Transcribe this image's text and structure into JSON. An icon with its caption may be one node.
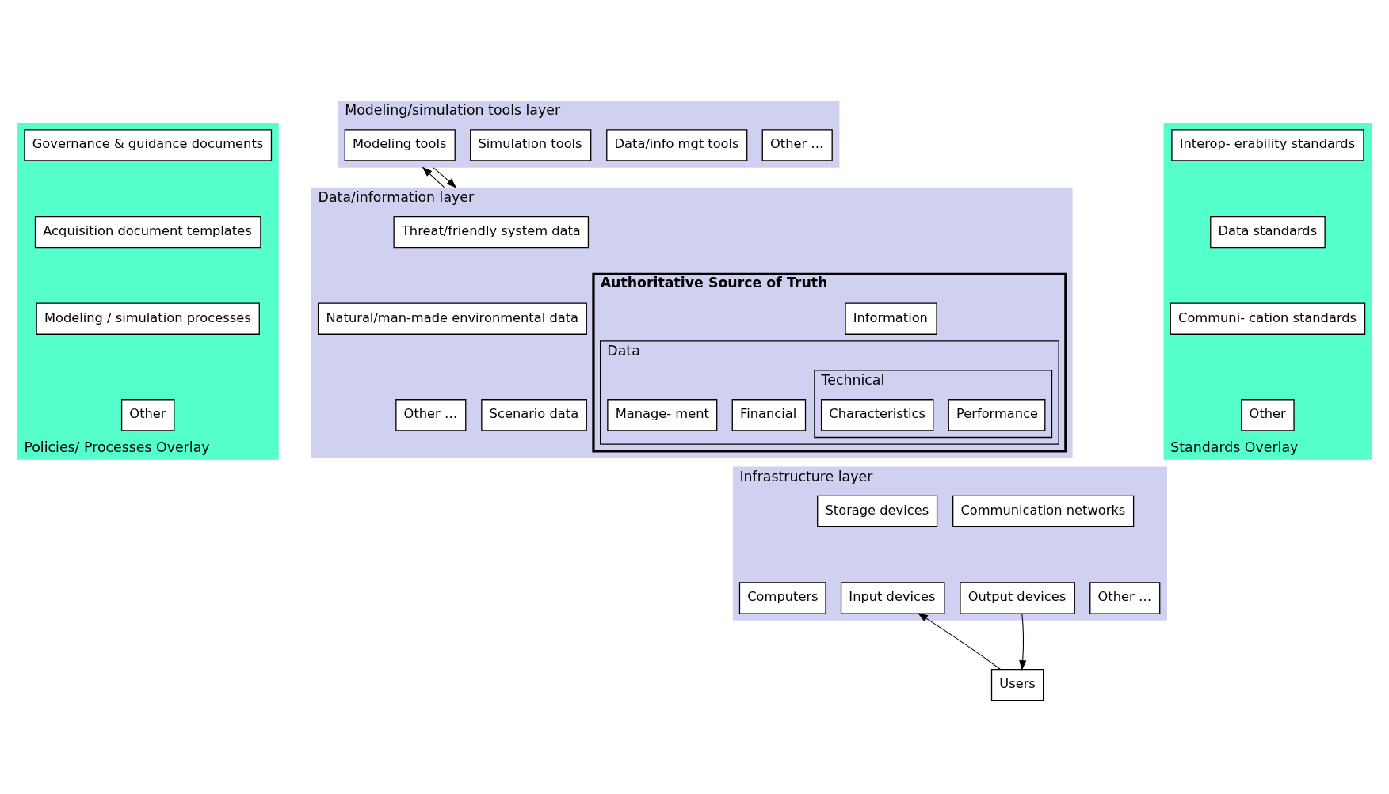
{
  "diagram": {
    "nodes": [
      {
        "text": [
          "Policies/ Processes Overlay"
        ]
      },
      {
        "text": [
          "Governance & guidance documents"
        ],
        "in": 0
      },
      {
        "text": [
          "Acquisition document templates"
        ],
        "in": 0
      },
      {
        "text": [
          "Modeling / simulation processes"
        ],
        "in": 0
      },
      {
        "text": [
          "Other"
        ],
        "in": 0
      },
      {
        "text": [
          "Modeling/simulation tools layer"
        ]
      },
      {
        "text": [
          "Modeling tools"
        ],
        "in": 5
      },
      {
        "text": [
          "Simulation tools"
        ],
        "in": 5
      },
      {
        "text": [
          "Data/info mgt tools"
        ],
        "in": 5
      },
      {
        "text": [
          "Other …"
        ],
        "in": 5
      },
      {
        "text": [
          "Data/information layer"
        ]
      },
      {
        "text": [
          "Threat/friendly system data"
        ],
        "in": 10
      },
      {
        "text": [
          "Natural/man-made environmental data"
        ],
        "in": 10
      },
      {
        "text": [
          "Scenario data"
        ],
        "in": 10
      },
      {
        "text": [
          "Other …"
        ],
        "in": 10
      },
      {
        "text": [
          "Authoritative Source of Truth"
        ],
        "in": 10
      },
      {
        "text": [
          "Information"
        ],
        "in": 15
      },
      {
        "text": [
          "Data"
        ],
        "in": 15
      },
      {
        "text": [
          "Financial"
        ],
        "in": 17
      },
      {
        "text": [
          "Manage- ment"
        ],
        "in": 17
      },
      {
        "text": [
          "Technical"
        ],
        "in": 17
      },
      {
        "text": [
          "Performance"
        ],
        "in": 20
      },
      {
        "text": [
          "Characteristics"
        ],
        "in": 20
      },
      {
        "text": [
          "Infrastructure layer"
        ]
      },
      {
        "text": [
          "Storage devices"
        ],
        "in": 23
      },
      {
        "text": [
          "Communication networks"
        ],
        "in": 23
      },
      {
        "text": [
          "Computers"
        ],
        "in": 23
      },
      {
        "text": [
          "Input devices"
        ],
        "in": 23
      },
      {
        "text": [
          "Output devices"
        ],
        "in": 23
      },
      {
        "text": [
          "Other …"
        ],
        "in": 23
      },
      {
        "text": [
          "Users"
        ]
      },
      {
        "text": [
          "Standards Overlay"
        ]
      },
      {
        "text": [
          "Interop- erability standards"
        ],
        "in": 31
      },
      {
        "text": [
          "Data standards"
        ],
        "in": 31
      },
      {
        "text": [
          "Communi- cation standards"
        ],
        "in": 31
      },
      {
        "text": [
          "Other"
        ],
        "in": 31
      }
    ],
    "edges": [
      {
        "from": 10,
        "to": 5,
        "arrow": "to"
      },
      {
        "from": 5,
        "to": 10,
        "arrow": "to"
      },
      {
        "from": 30,
        "to": 27,
        "arrow": "to"
      },
      {
        "from": 28,
        "to": 30,
        "arrow": "to"
      }
    ]
  }
}
